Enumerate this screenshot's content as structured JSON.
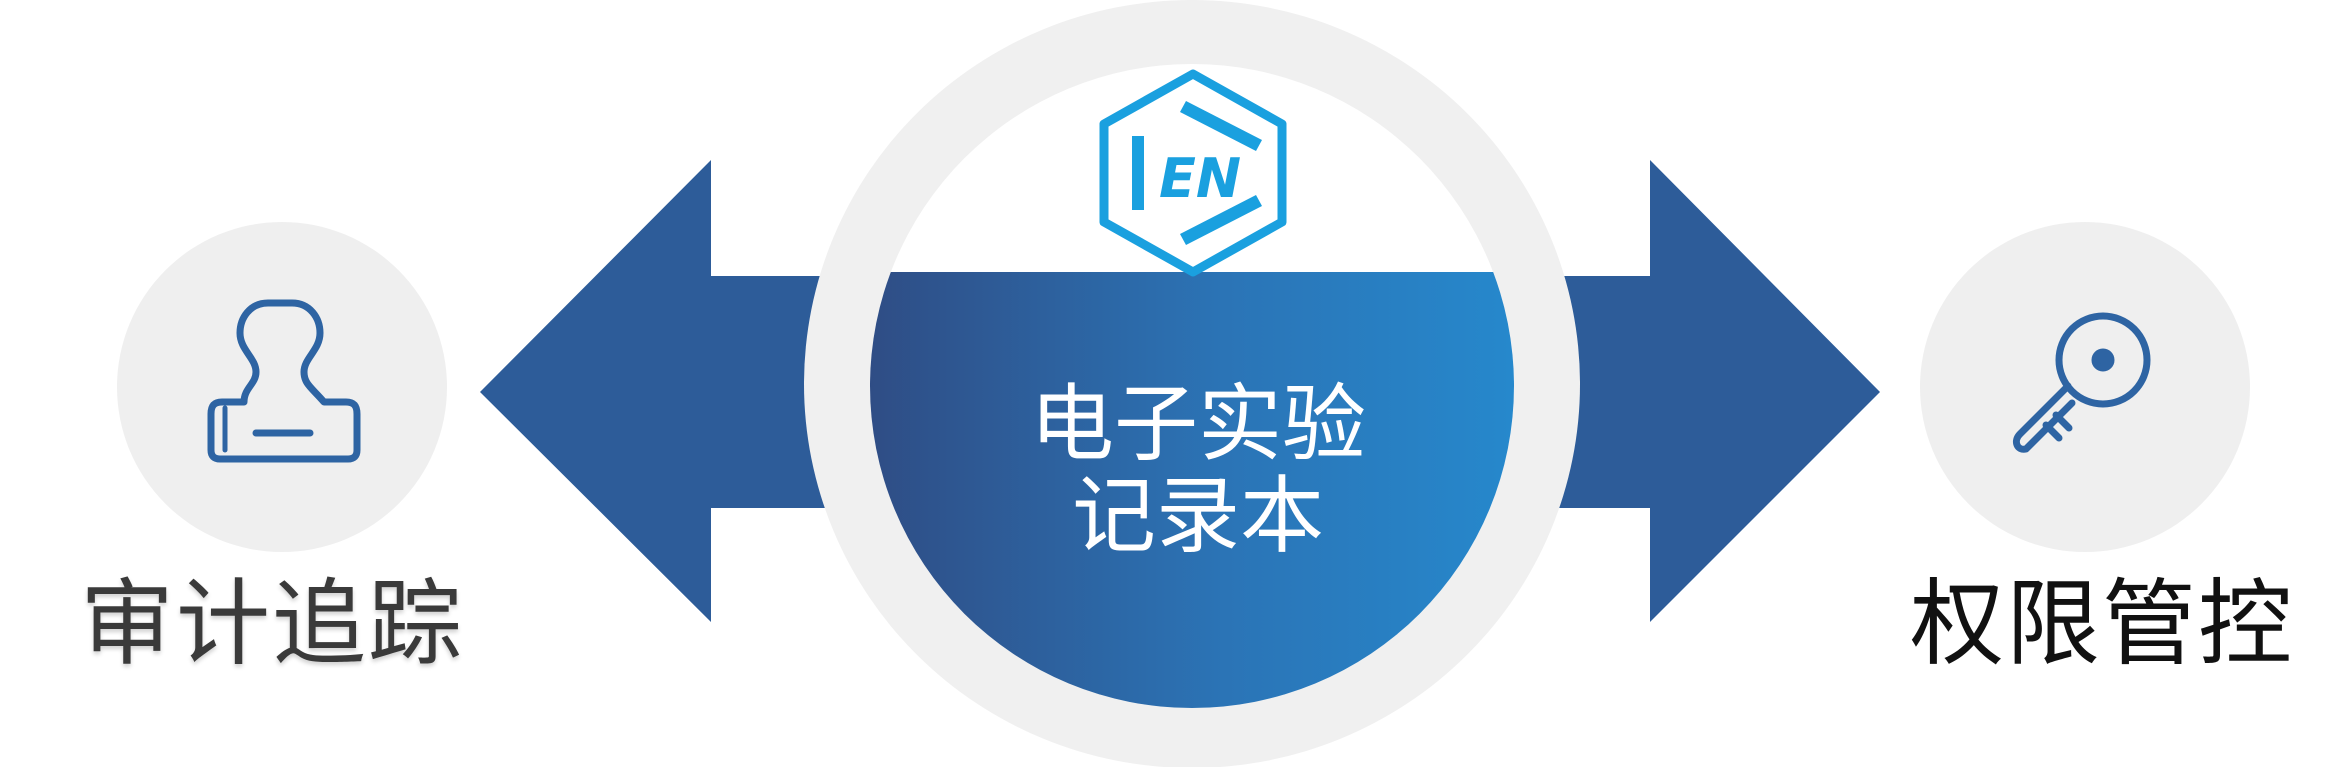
{
  "center": {
    "title_line1": "电子实验",
    "title_line2": "记录本",
    "logo_text": "EN",
    "logo_icon": "hexagon-en-logo",
    "gradient_start": "#2f4d85",
    "gradient_end": "#2688cc"
  },
  "left": {
    "label": "审计追踪",
    "icon": "stamp-icon"
  },
  "right": {
    "label": "权限管控",
    "icon": "key-icon"
  },
  "colors": {
    "arrow": "#2d5c99",
    "ring": "#f0f0f0",
    "side_circle": "#efefef",
    "icon_stroke": "#2e64a3",
    "logo": "#1aa0df"
  }
}
